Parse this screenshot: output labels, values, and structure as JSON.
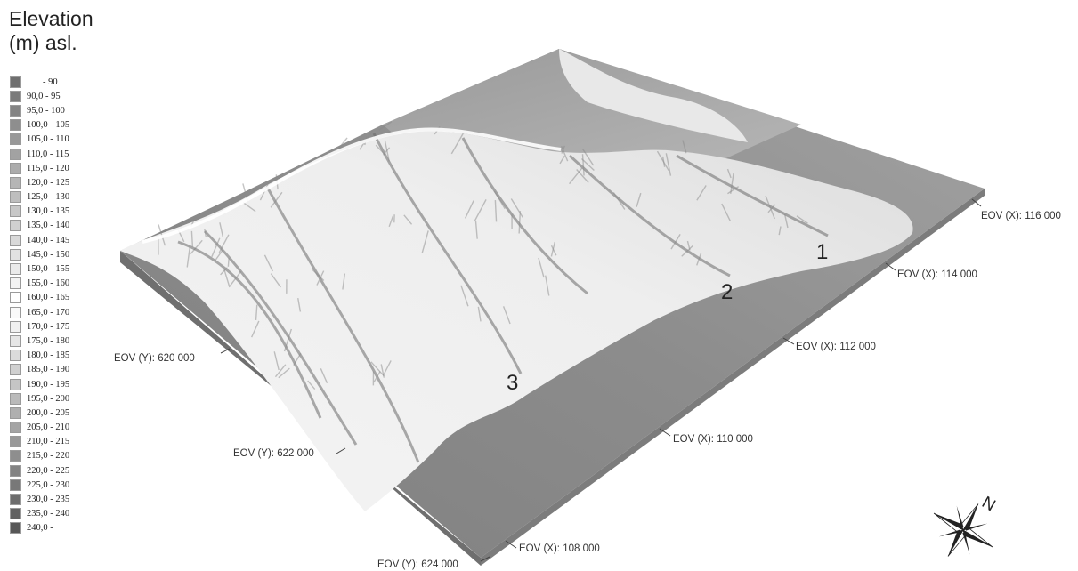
{
  "legend": {
    "title_line1": "Elevation",
    "title_line2": "(m) asl.",
    "classes": [
      {
        "label": "- 90",
        "color": "#6f6f6f"
      },
      {
        "label": "90,0 - 95",
        "color": "#7a7a7a"
      },
      {
        "label": "95,0 - 100",
        "color": "#848484"
      },
      {
        "label": "100,0 - 105",
        "color": "#8e8e8e"
      },
      {
        "label": "105,0 - 110",
        "color": "#989898"
      },
      {
        "label": "110,0 - 115",
        "color": "#a2a2a2"
      },
      {
        "label": "115,0 - 120",
        "color": "#acacac"
      },
      {
        "label": "120,0 - 125",
        "color": "#b5b5b5"
      },
      {
        "label": "125,0 - 130",
        "color": "#bebebe"
      },
      {
        "label": "130,0 - 135",
        "color": "#c7c7c7"
      },
      {
        "label": "135,0 - 140",
        "color": "#d0d0d0"
      },
      {
        "label": "140,0 - 145",
        "color": "#d9d9d9"
      },
      {
        "label": "145,0 - 150",
        "color": "#e2e2e2"
      },
      {
        "label": "150,0 - 155",
        "color": "#eaeaea"
      },
      {
        "label": "155,0 - 160",
        "color": "#f3f3f3"
      },
      {
        "label": "160,0 - 165",
        "color": "#ffffff"
      },
      {
        "label": "165,0 - 170",
        "color": "#fafafa"
      },
      {
        "label": "170,0 - 175",
        "color": "#f1f1f1"
      },
      {
        "label": "175,0 - 180",
        "color": "#e6e6e6"
      },
      {
        "label": "180,0 - 185",
        "color": "#dbdbdb"
      },
      {
        "label": "185,0 - 190",
        "color": "#d0d0d0"
      },
      {
        "label": "190,0 - 195",
        "color": "#c5c5c5"
      },
      {
        "label": "195,0 - 200",
        "color": "#bababa"
      },
      {
        "label": "200,0 - 205",
        "color": "#afafaf"
      },
      {
        "label": "205,0 - 210",
        "color": "#a4a4a4"
      },
      {
        "label": "210,0 - 215",
        "color": "#999999"
      },
      {
        "label": "215,0 - 220",
        "color": "#8e8e8e"
      },
      {
        "label": "220,0 - 225",
        "color": "#838383"
      },
      {
        "label": "225,0 - 230",
        "color": "#787878"
      },
      {
        "label": "230,0 - 235",
        "color": "#6d6d6d"
      },
      {
        "label": "235,0 - 240",
        "color": "#626262"
      },
      {
        "label": "240,0 -",
        "color": "#575757"
      }
    ]
  },
  "axes": {
    "x_ticks": [
      "EOV (X): 108 000",
      "EOV (X): 110 000",
      "EOV (X): 112 000",
      "EOV (X): 114 000",
      "EOV (X): 116 000"
    ],
    "y_ticks": [
      "EOV (Y): 620 000",
      "EOV (Y): 622 000",
      "EOV (Y): 624 000"
    ]
  },
  "markers": [
    "1",
    "2",
    "3"
  ],
  "compass": {
    "north": "N"
  },
  "colors": {
    "lowland": "#8f8f8f",
    "ridge": "#ffffff",
    "valley_shadow": "#5a5a5a",
    "block_side": "#7a7a7a"
  }
}
